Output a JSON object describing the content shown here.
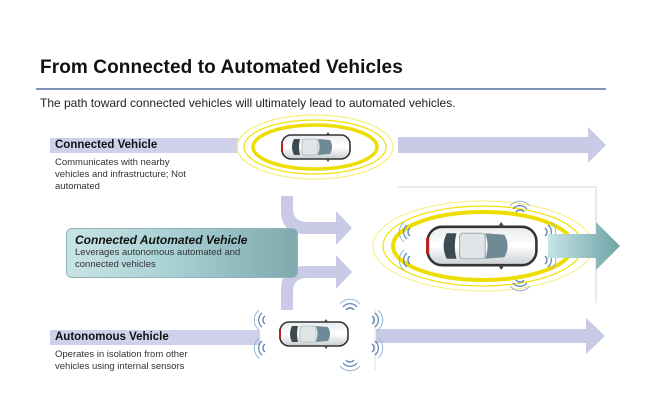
{
  "header": {
    "title": "From Connected to Automated Vehicles",
    "subtitle": "The path toward connected vehicles will ultimately lead to automated vehicles."
  },
  "categories": [
    {
      "id": "connected",
      "label": "Connected Vehicle",
      "description_lines": [
        "Communicates with nearby",
        "vehicles and infrastructure; Not",
        "automated"
      ],
      "signal": "yellow-rings"
    },
    {
      "id": "connected-automated",
      "label": "Connected Automated Vehicle",
      "description_lines": [
        "Leverages autonomous automated and",
        "connected vehicles"
      ],
      "signal": "yellow-rings-and-blue-sensors"
    },
    {
      "id": "autonomous",
      "label": "Autonomous Vehicle",
      "description_lines": [
        "Operates in isolation from other",
        "vehicles using internal sensors"
      ],
      "signal": "blue-sensors"
    }
  ],
  "colors": {
    "arrow": "#c9cbe6",
    "rule": "#7f93b9",
    "ring": "#f0e000",
    "sensor": "#5b84b8",
    "teal_arrow": "#7fb2b5"
  }
}
